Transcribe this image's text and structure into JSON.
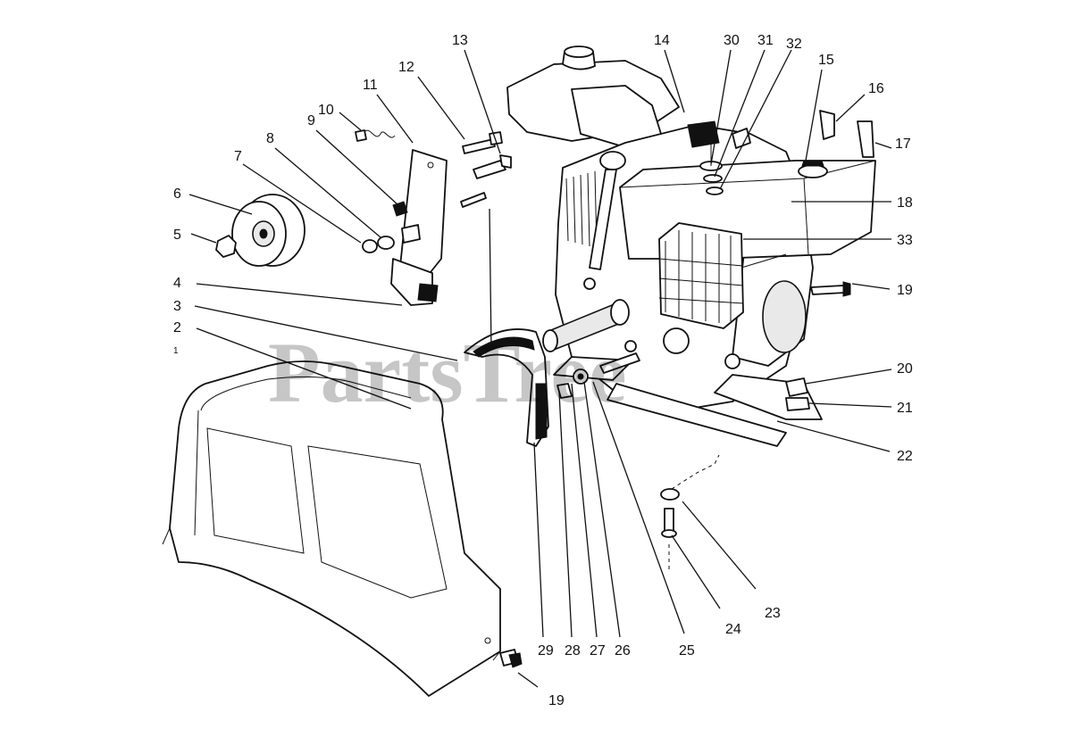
{
  "watermark": "PartsTree",
  "callouts": [
    {
      "id": "c2",
      "text": "2"
    },
    {
      "id": "c3",
      "text": "3"
    },
    {
      "id": "c4",
      "text": "4"
    },
    {
      "id": "c1",
      "text": "1"
    },
    {
      "id": "c5",
      "text": "5"
    },
    {
      "id": "c6",
      "text": "6"
    },
    {
      "id": "c7",
      "text": "7"
    },
    {
      "id": "c8",
      "text": "8"
    },
    {
      "id": "c9",
      "text": "9"
    },
    {
      "id": "c10",
      "text": "10"
    },
    {
      "id": "c11",
      "text": "11"
    },
    {
      "id": "c12",
      "text": "12"
    },
    {
      "id": "c13",
      "text": "13"
    },
    {
      "id": "c14",
      "text": "14"
    },
    {
      "id": "c30",
      "text": "30"
    },
    {
      "id": "c31",
      "text": "31"
    },
    {
      "id": "c32",
      "text": "32"
    },
    {
      "id": "c15",
      "text": "15"
    },
    {
      "id": "c16",
      "text": "16"
    },
    {
      "id": "c17",
      "text": "17"
    },
    {
      "id": "c18",
      "text": "18"
    },
    {
      "id": "c33",
      "text": "33"
    },
    {
      "id": "c19a",
      "text": "19"
    },
    {
      "id": "c20",
      "text": "20"
    },
    {
      "id": "c21",
      "text": "21"
    },
    {
      "id": "c22",
      "text": "22"
    },
    {
      "id": "c23",
      "text": "23"
    },
    {
      "id": "c24",
      "text": "24"
    },
    {
      "id": "c25",
      "text": "25"
    },
    {
      "id": "c26",
      "text": "26"
    },
    {
      "id": "c27",
      "text": "27"
    },
    {
      "id": "c28",
      "text": "28"
    },
    {
      "id": "c29",
      "text": "29"
    },
    {
      "id": "c19b",
      "text": "19"
    }
  ]
}
